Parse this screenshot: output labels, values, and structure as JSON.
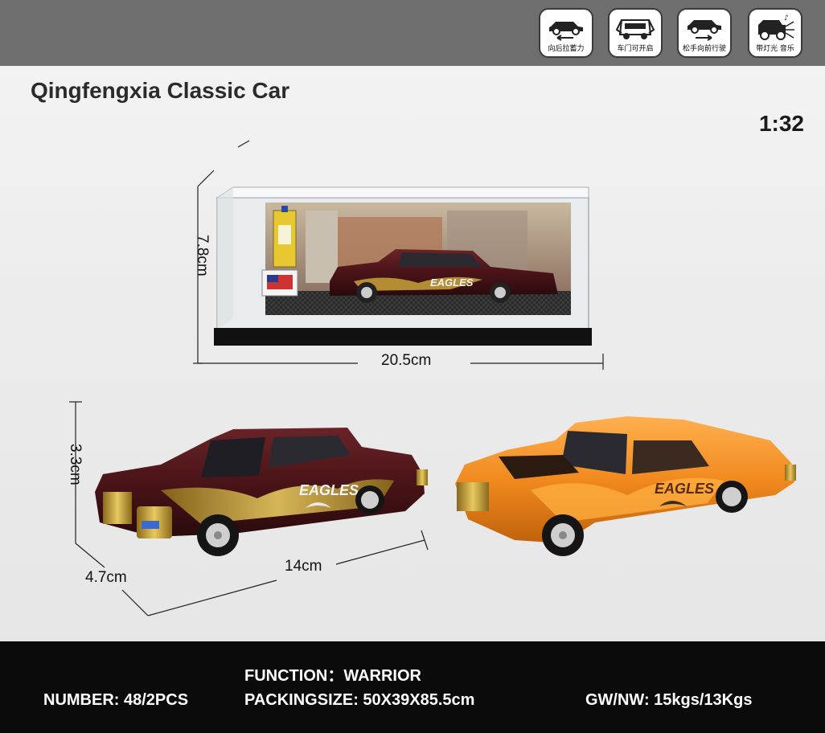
{
  "header": {
    "features": [
      {
        "icon": "pullback-car-icon",
        "label": "向后拉蓄力"
      },
      {
        "icon": "open-doors-car-icon",
        "label": "车门可开启"
      },
      {
        "icon": "forward-release-car-icon",
        "label": "松手向前行驶"
      },
      {
        "icon": "lights-music-car-icon",
        "label": "带灯光 音乐"
      }
    ]
  },
  "product": {
    "title": "Qingfengxia Classic Car",
    "scale": "1:32",
    "case_dimensions": {
      "height": "7.8cm",
      "width": "20.5cm"
    },
    "car_dimensions": {
      "height": "3.3cm",
      "width": "4.7cm",
      "length": "14cm"
    },
    "car_text": "EAGLES",
    "colors": {
      "maroon_car": "#4a1418",
      "orange_car": "#f08a1e",
      "flame_gold": "#c9a23a"
    }
  },
  "specs": {
    "function": "FUNCTION：WARRIOR",
    "number": "NUMBER:  48/2PCS",
    "packing_size": "PACKINGSIZE: 50X39X85.5cm",
    "weight": "GW/NW: 15kgs/13Kgs"
  }
}
